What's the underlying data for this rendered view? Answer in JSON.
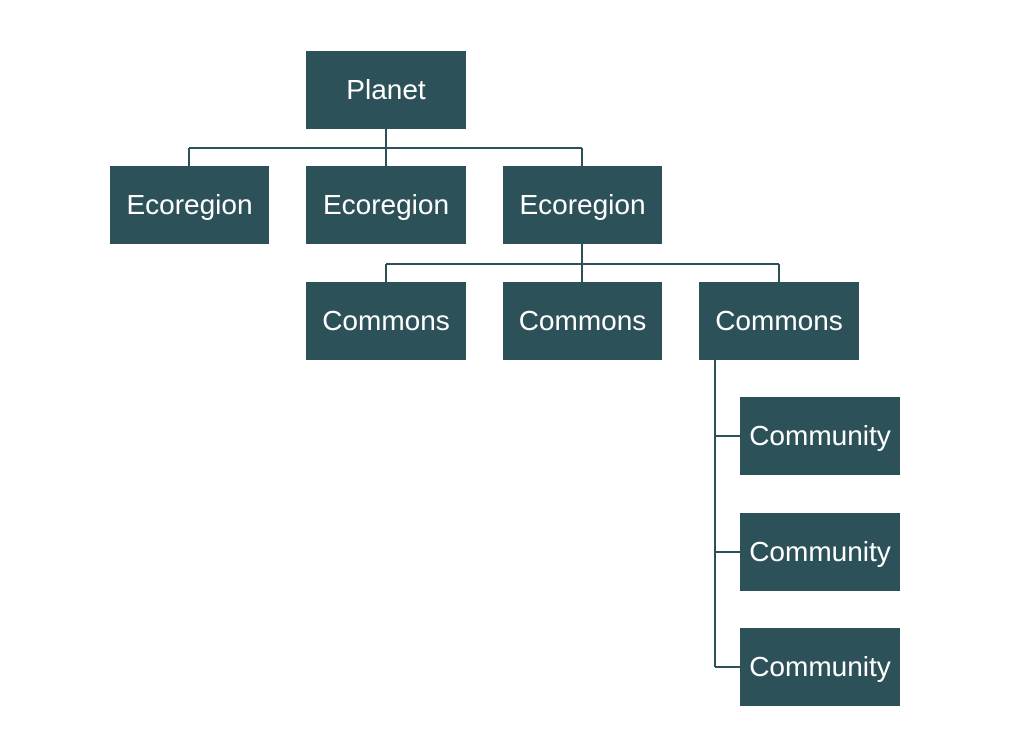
{
  "colors": {
    "node_fill": "#2d5159",
    "node_text": "#ffffff",
    "connector": "#2d5159",
    "background": "#ffffff"
  },
  "nodes": {
    "planet": {
      "label": "Planet"
    },
    "ecoregions": [
      {
        "label": "Ecoregion"
      },
      {
        "label": "Ecoregion"
      },
      {
        "label": "Ecoregion"
      }
    ],
    "commons": [
      {
        "label": "Commons"
      },
      {
        "label": "Commons"
      },
      {
        "label": "Commons"
      }
    ],
    "communities": [
      {
        "label": "Community"
      },
      {
        "label": "Community"
      },
      {
        "label": "Community"
      }
    ]
  },
  "edges": [
    [
      "Planet",
      "Ecoregion 1"
    ],
    [
      "Planet",
      "Ecoregion 2"
    ],
    [
      "Planet",
      "Ecoregion 3"
    ],
    [
      "Ecoregion 3",
      "Commons 1"
    ],
    [
      "Ecoregion 3",
      "Commons 2"
    ],
    [
      "Ecoregion 3",
      "Commons 3"
    ],
    [
      "Commons 3",
      "Community 1"
    ],
    [
      "Commons 3",
      "Community 2"
    ],
    [
      "Commons 3",
      "Community 3"
    ]
  ]
}
